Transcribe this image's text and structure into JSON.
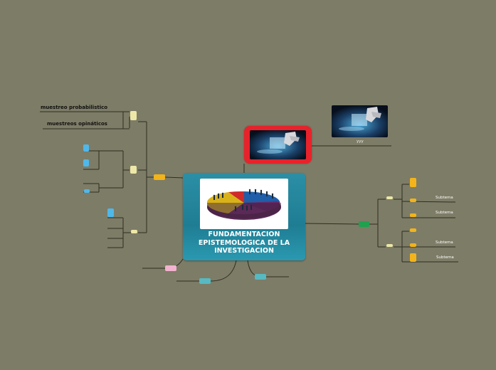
{
  "central": {
    "title": "FUNDAMENTACION\nEPISTEMOLOGICA DE LA\nINVESTIGACION"
  },
  "branches": {
    "muestreo_prob": "muestreo probabilistico",
    "muestreos_opin": "muestreos opináticos",
    "yyy": "yyy",
    "subtemas": [
      "Subtema",
      "Subtema",
      "Subtema",
      "Subtema"
    ]
  },
  "colors": {
    "background": "#7d7c67",
    "central_fill": "#2b8fa5",
    "red_topic": "#e8222a",
    "orange": "#f2b41a",
    "cream": "#ede8a8",
    "blue": "#4fb8ea",
    "green": "#1fa14e",
    "pink": "#f2b3cf",
    "teal": "#57b9c1"
  }
}
